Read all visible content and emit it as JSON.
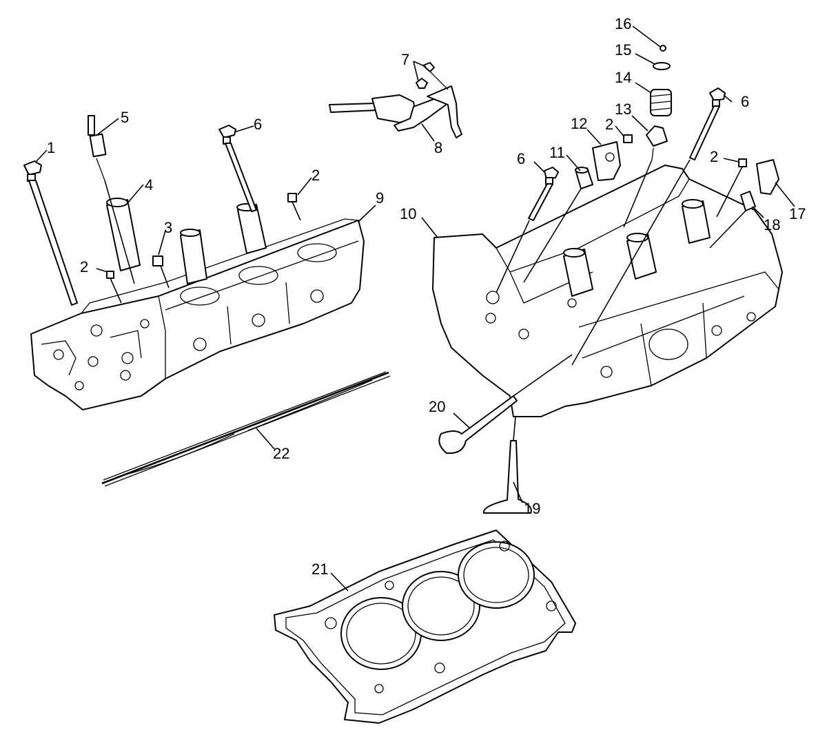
{
  "callouts": {
    "c1": "1",
    "c2a": "2",
    "c2b": "2",
    "c2c": "2",
    "c2d": "2",
    "c3": "3",
    "c4": "4",
    "c5": "5",
    "c6a": "6",
    "c6b": "6",
    "c6c": "6",
    "c7": "7",
    "c8": "8",
    "c9": "9",
    "c10": "10",
    "c11": "11",
    "c12": "12",
    "c13": "13",
    "c14": "14",
    "c15": "15",
    "c16": "16",
    "c17": "17",
    "c18": "18",
    "c19": "19",
    "c20": "20",
    "c21": "21",
    "c22": "22"
  }
}
